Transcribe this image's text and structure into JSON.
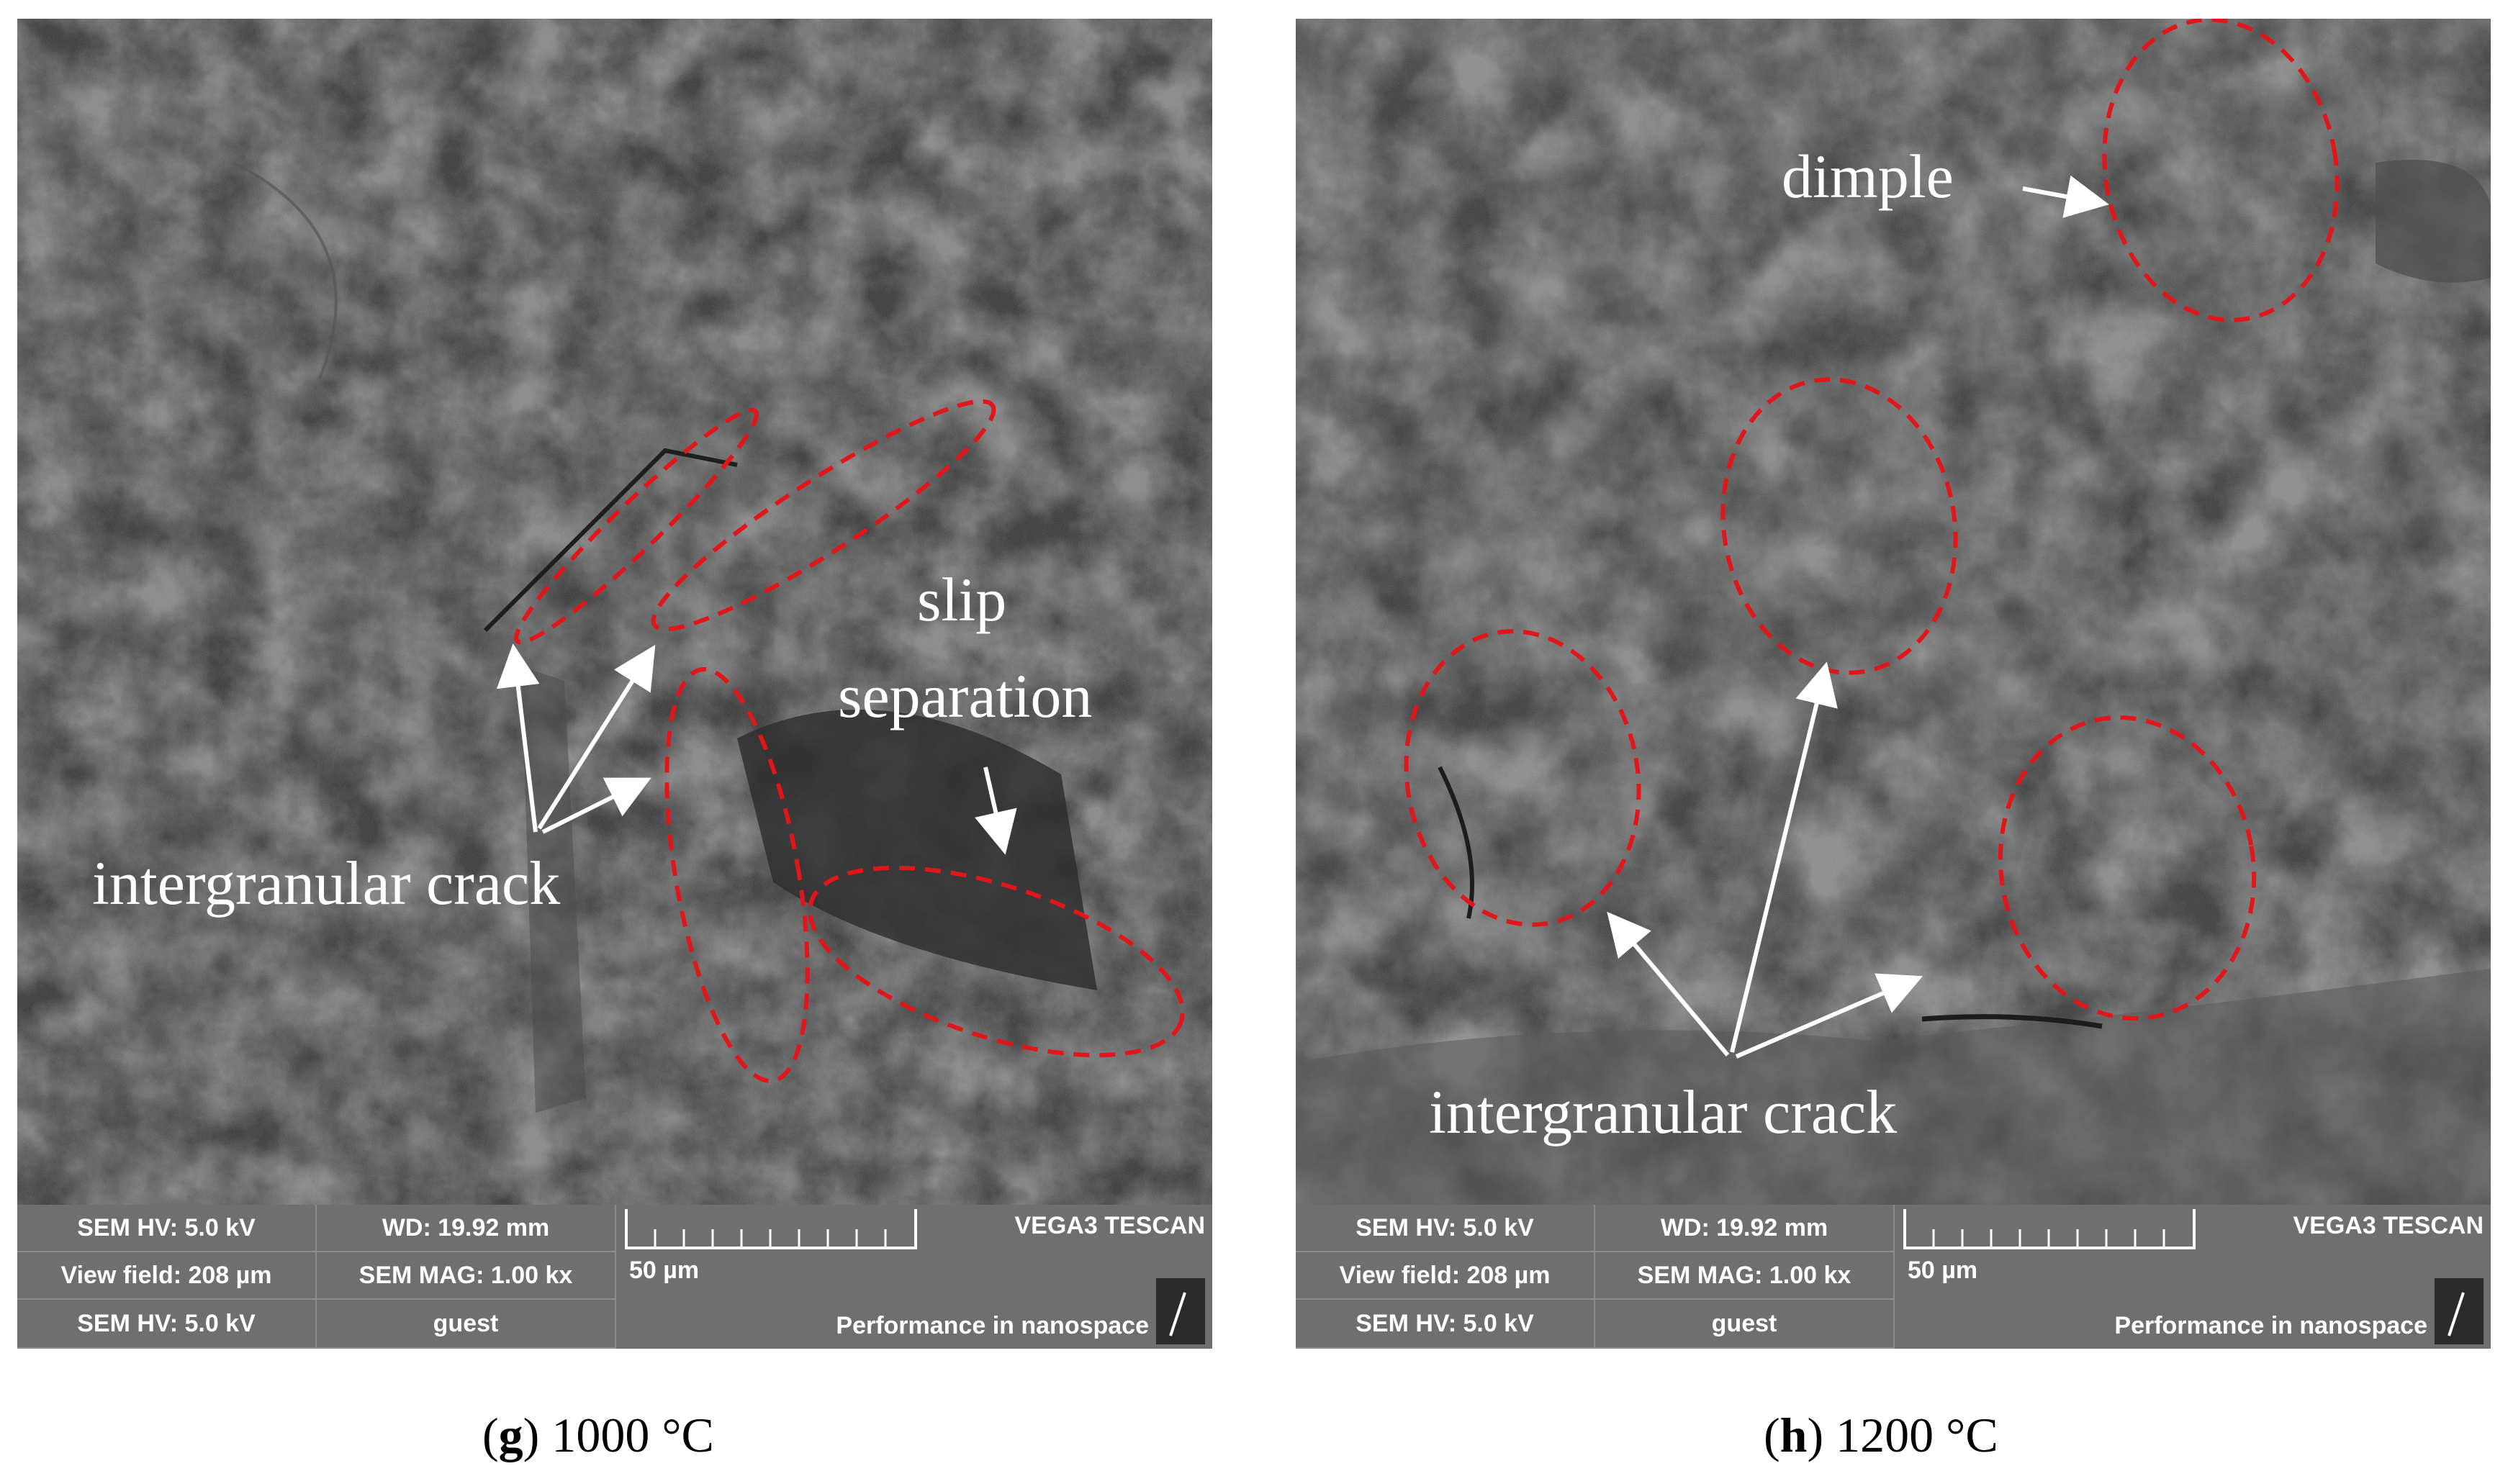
{
  "panels": [
    {
      "id": "g",
      "annotations": {
        "slip": "slip",
        "separation": "separation",
        "intergranular": "intergranular crack"
      },
      "infobar": {
        "r1c1": "SEM HV: 5.0 kV",
        "r1c2": "WD: 19.92 mm",
        "r2c1": "View field: 208 µm",
        "r2c2": "SEM MAG: 1.00 kx",
        "r3c1": "SEM HV: 5.0 kV",
        "r3c2": "guest",
        "brand": "VEGA3 TESCAN",
        "scale": "50 µm",
        "tagline": "Performance in nanospace"
      },
      "caption_letter": "g",
      "caption_text": " 1000 °C"
    },
    {
      "id": "h",
      "annotations": {
        "dimple": "dimple",
        "intergranular": "intergranular crack"
      },
      "infobar": {
        "r1c1": "SEM HV: 5.0 kV",
        "r1c2": "WD: 19.92 mm",
        "r2c1": "View field: 208 µm",
        "r2c2": "SEM MAG: 1.00 kx",
        "r3c1": "SEM HV: 5.0 kV",
        "r3c2": "guest",
        "brand": "VEGA3 TESCAN",
        "scale": "50 µm",
        "tagline": "Performance in nanospace"
      },
      "caption_letter": "h",
      "caption_text": " 1200 °C"
    }
  ],
  "colors": {
    "ellipse_stroke": "#e0161b",
    "arrow": "#ffffff",
    "sem_background": "#3b3b3b",
    "infobar": "#6f6f6f"
  }
}
